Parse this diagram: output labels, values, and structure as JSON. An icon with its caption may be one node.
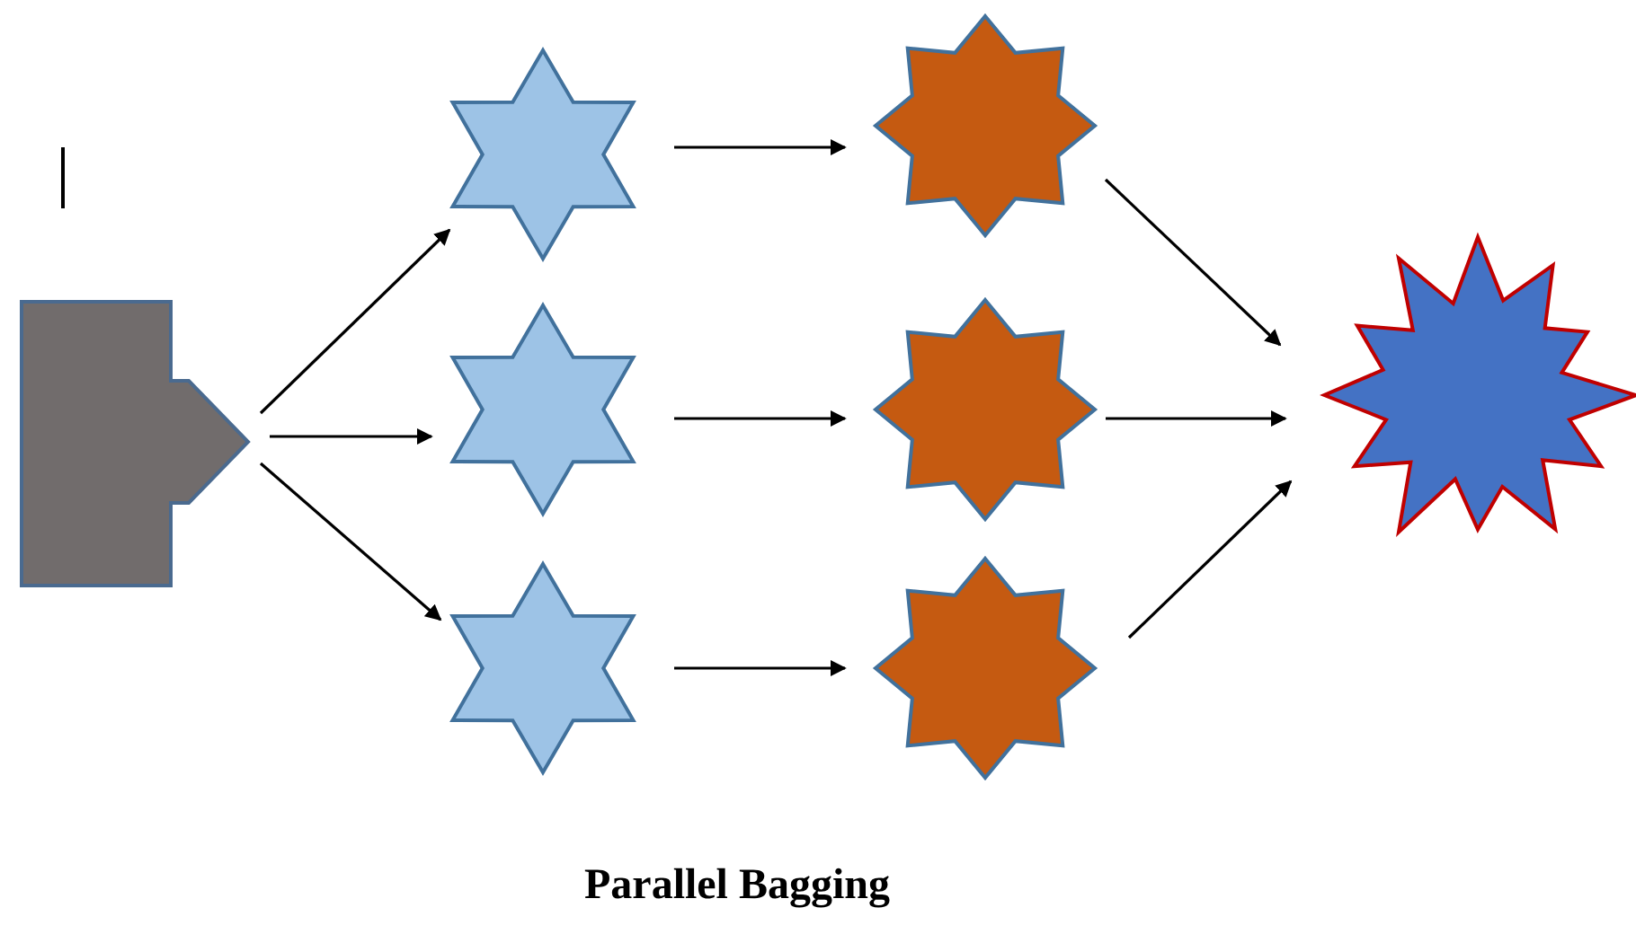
{
  "diagram": {
    "caption": "Parallel Bagging",
    "nodes": [
      {
        "text": [],
        "shape": "arrow"
      },
      {
        "text": [],
        "shape": "star"
      },
      {
        "text": [],
        "shape": "star"
      },
      {
        "text": [],
        "shape": "star"
      },
      {
        "text": [],
        "shape": "star"
      },
      {
        "text": [],
        "shape": "star"
      },
      {
        "text": [],
        "shape": "star"
      },
      {
        "text": [],
        "shape": "burst"
      }
    ],
    "edges": [
      {
        "from": 0,
        "to": 1,
        "arrow": "to"
      },
      {
        "from": 0,
        "to": 2,
        "arrow": "to"
      },
      {
        "from": 0,
        "to": 3,
        "arrow": "to"
      },
      {
        "from": 1,
        "to": 4,
        "arrow": "to"
      },
      {
        "from": 2,
        "to": 5,
        "arrow": "to"
      },
      {
        "from": 3,
        "to": 6,
        "arrow": "to"
      },
      {
        "from": 4,
        "to": 7,
        "arrow": "to"
      },
      {
        "from": 5,
        "to": 7,
        "arrow": "to"
      },
      {
        "from": 6,
        "to": 7,
        "arrow": "to"
      }
    ]
  }
}
